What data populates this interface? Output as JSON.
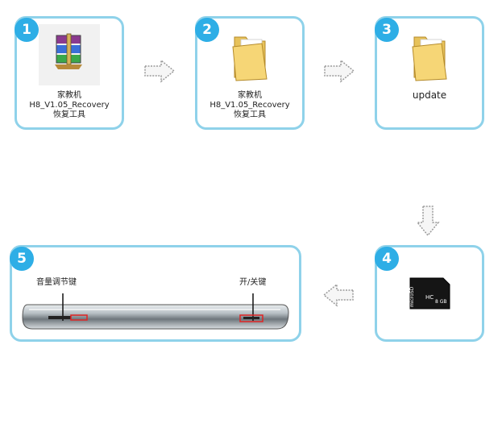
{
  "steps": [
    {
      "number": "1",
      "label_lines": [
        "家教机",
        "H8_V1.05_Recovery",
        "恢复工具"
      ],
      "icon": "winrar-archive-icon"
    },
    {
      "number": "2",
      "label_lines": [
        "家教机",
        "H8_V1.05_Recovery",
        "恢复工具"
      ],
      "icon": "folder-icon"
    },
    {
      "number": "3",
      "label": "update",
      "icon": "folder-icon"
    },
    {
      "number": "4",
      "icon": "microsd-card-icon",
      "card_text": {
        "brand": "microSD",
        "type": "HC",
        "capacity": "8 GB"
      }
    },
    {
      "number": "5",
      "icon": "tablet-side-view",
      "annotations": {
        "volume_key": "音量调节键",
        "power_key": "开/关键"
      }
    }
  ],
  "colors": {
    "card_border": "#8fd2ea",
    "badge": "#2eaee6",
    "highlight": "#e02424"
  }
}
